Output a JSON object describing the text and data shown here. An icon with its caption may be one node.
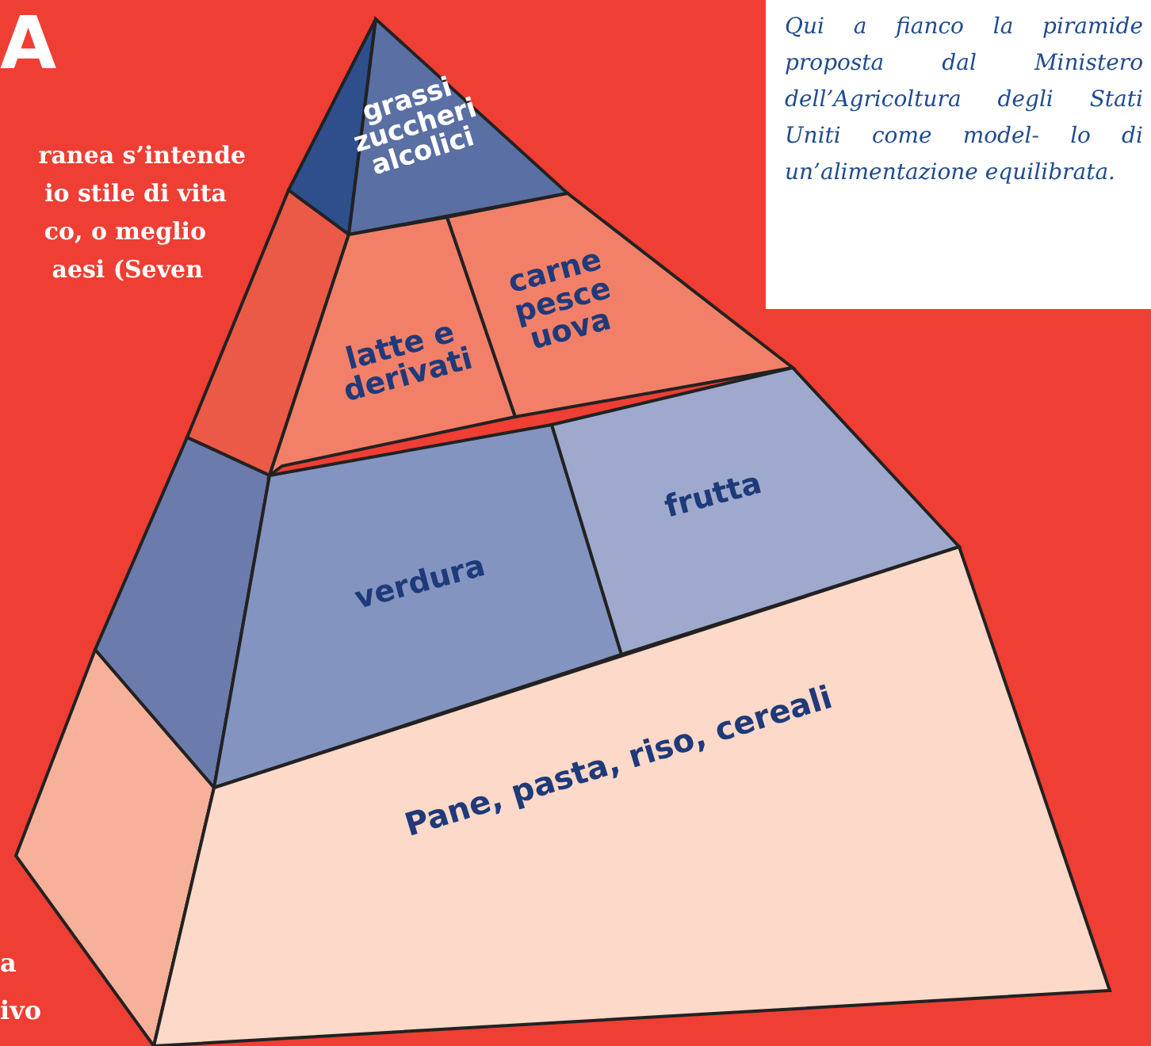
{
  "diagram": {
    "nodes": [
      {
        "text": [
          "grassi zuccheri alcolici"
        ]
      },
      {
        "text": [
          "latte e derivati"
        ]
      },
      {
        "text": [
          "carne pesce uova"
        ]
      },
      {
        "text": [
          "verdura"
        ]
      },
      {
        "text": [
          "frutta"
        ]
      },
      {
        "text": [
          "Pane, pasta, riso, cereali"
        ]
      },
      {
        "text": [
          "Qui a fianco la piramide proposta dal Ministero dell’Agricoltura degli Stati Uniti come model- lo di un’alimentazione equilibrata."
        ]
      }
    ],
    "edges": [],
    "labels": [
      "A",
      "ranea s’intende",
      "io stile di vita",
      "co, o meglio",
      "aesi (Seven",
      "a",
      "ivo"
    ]
  }
}
